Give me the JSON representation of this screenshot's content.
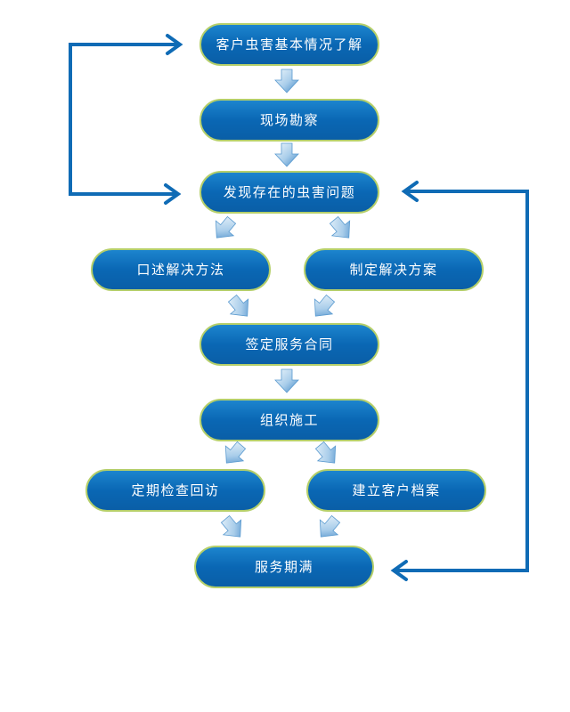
{
  "steps": {
    "s1": "客户虫害基本情况了解",
    "s2": "现场勘察",
    "s3": "发现存在的虫害问题",
    "s4a": "口述解决方法",
    "s4b": "制定解决方案",
    "s5": "签定服务合同",
    "s6": "组织施工",
    "s7a": "定期检查回访",
    "s7b": "建立客户档案",
    "s8": "服务期满"
  },
  "colors": {
    "node_fill": "#0a67b4",
    "node_border": "#b5cf6a",
    "connector": "#0f6bb5",
    "arrow_light": "#d5e9f7",
    "arrow_dark": "#5b9bd0"
  }
}
